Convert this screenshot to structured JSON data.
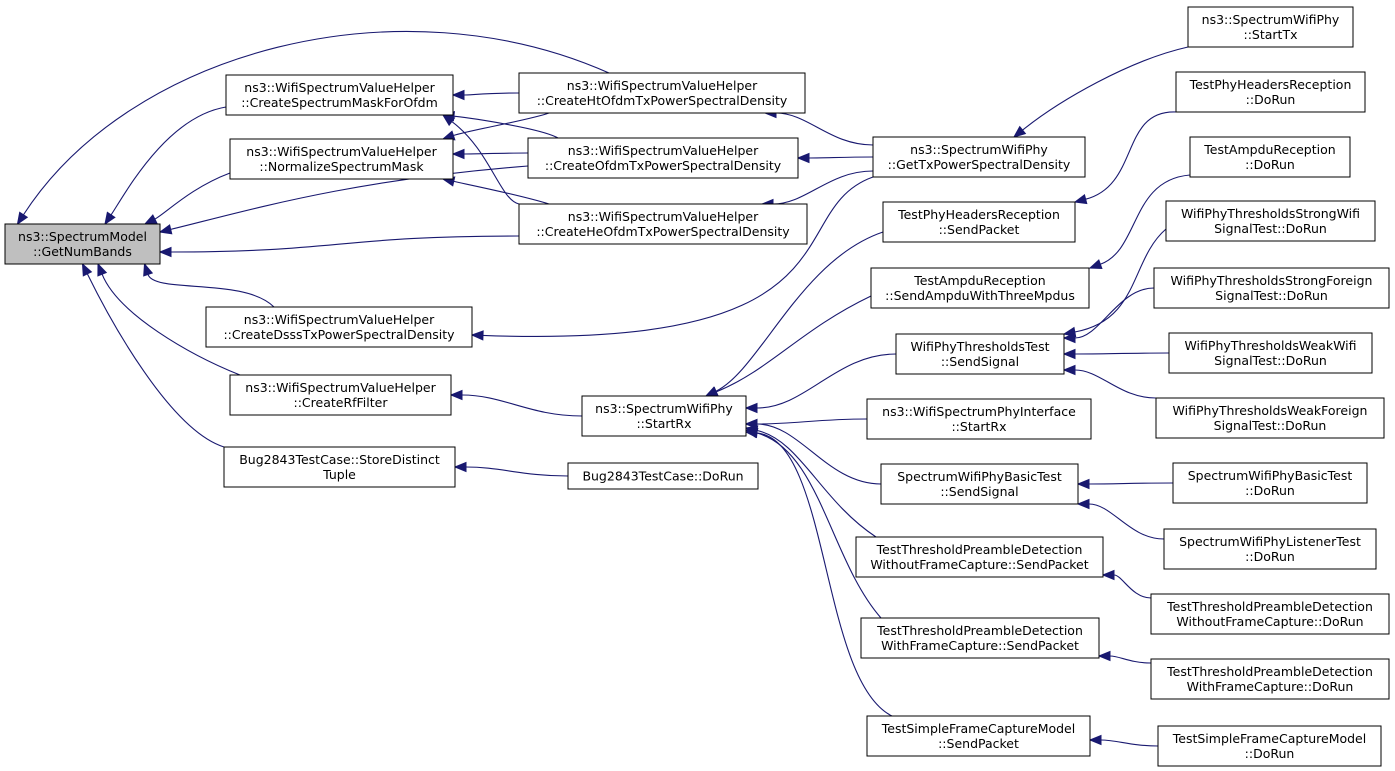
{
  "diagram": {
    "colors": {
      "edge": "#191970",
      "root_fill": "#bfbfbf",
      "node_fill": "#ffffff",
      "border": "#000000"
    },
    "nodes": [
      {
        "id": "root",
        "lines": [
          "ns3::SpectrumModel",
          "::GetNumBands"
        ],
        "root": true
      },
      {
        "id": "csmfo",
        "lines": [
          "ns3::WifiSpectrumValueHelper",
          "::CreateSpectrumMaskForOfdm"
        ]
      },
      {
        "id": "nsm",
        "lines": [
          "ns3::WifiSpectrumValueHelper",
          "::NormalizeSpectrumMask"
        ]
      },
      {
        "id": "cdsss",
        "lines": [
          "ns3::WifiSpectrumValueHelper",
          "::CreateDsssTxPowerSpectralDensity"
        ]
      },
      {
        "id": "crf",
        "lines": [
          "ns3::WifiSpectrumValueHelper",
          "::CreateRfFilter"
        ]
      },
      {
        "id": "bugsdt",
        "lines": [
          "Bug2843TestCase::StoreDistinct",
          "Tuple"
        ]
      },
      {
        "id": "cht",
        "lines": [
          "ns3::WifiSpectrumValueHelper",
          "::CreateHtOfdmTxPowerSpectralDensity"
        ]
      },
      {
        "id": "cofdm",
        "lines": [
          "ns3::WifiSpectrumValueHelper",
          "::CreateOfdmTxPowerSpectralDensity"
        ]
      },
      {
        "id": "che",
        "lines": [
          "ns3::WifiSpectrumValueHelper",
          "::CreateHeOfdmTxPowerSpectralDensity"
        ]
      },
      {
        "id": "startrx",
        "lines": [
          "ns3::SpectrumWifiPhy",
          "::StartRx"
        ]
      },
      {
        "id": "bugrun",
        "lines": [
          "Bug2843TestCase::DoRun"
        ]
      },
      {
        "id": "gettx",
        "lines": [
          "ns3::SpectrumWifiPhy",
          "::GetTxPowerSpectralDensity"
        ]
      },
      {
        "id": "phsend",
        "lines": [
          "TestPhyHeadersReception",
          "::SendPacket"
        ]
      },
      {
        "id": "ampsend",
        "lines": [
          "TestAmpduReception",
          "::SendAmpduWithThreeMpdus"
        ]
      },
      {
        "id": "thrsig",
        "lines": [
          "WifiPhyThresholdsTest",
          "::SendSignal"
        ]
      },
      {
        "id": "ifrx",
        "lines": [
          "ns3::WifiSpectrumPhyInterface",
          "::StartRx"
        ]
      },
      {
        "id": "basicsig",
        "lines": [
          "SpectrumWifiPhyBasicTest",
          "::SendSignal"
        ]
      },
      {
        "id": "tpwofc",
        "lines": [
          "TestThresholdPreambleDetection",
          "WithoutFrameCapture::SendPacket"
        ]
      },
      {
        "id": "tpwfc",
        "lines": [
          "TestThresholdPreambleDetection",
          "WithFrameCapture::SendPacket"
        ]
      },
      {
        "id": "tsfcsend",
        "lines": [
          "TestSimpleFrameCaptureModel",
          "::SendPacket"
        ]
      },
      {
        "id": "starttx",
        "lines": [
          "ns3::SpectrumWifiPhy",
          "::StartTx"
        ]
      },
      {
        "id": "phrun",
        "lines": [
          "TestPhyHeadersReception",
          "::DoRun"
        ]
      },
      {
        "id": "amprun",
        "lines": [
          "TestAmpduReception",
          "::DoRun"
        ]
      },
      {
        "id": "strongwifi",
        "lines": [
          "WifiPhyThresholdsStrongWifi",
          "SignalTest::DoRun"
        ]
      },
      {
        "id": "strongforeign",
        "lines": [
          "WifiPhyThresholdsStrongForeign",
          "SignalTest::DoRun"
        ]
      },
      {
        "id": "weakwifi",
        "lines": [
          "WifiPhyThresholdsWeakWifi",
          "SignalTest::DoRun"
        ]
      },
      {
        "id": "weakforeign",
        "lines": [
          "WifiPhyThresholdsWeakForeign",
          "SignalTest::DoRun"
        ]
      },
      {
        "id": "basicrun",
        "lines": [
          "SpectrumWifiPhyBasicTest",
          "::DoRun"
        ]
      },
      {
        "id": "listenerrun",
        "lines": [
          "SpectrumWifiPhyListenerTest",
          "::DoRun"
        ]
      },
      {
        "id": "tpwofcrun",
        "lines": [
          "TestThresholdPreambleDetection",
          "WithoutFrameCapture::DoRun"
        ]
      },
      {
        "id": "tpwfcrun",
        "lines": [
          "TestThresholdPreambleDetection",
          "WithFrameCapture::DoRun"
        ]
      },
      {
        "id": "tsfcrun",
        "lines": [
          "TestSimpleFrameCaptureModel",
          "::DoRun"
        ]
      }
    ],
    "edges": [
      {
        "from": "csmfo",
        "to": "root"
      },
      {
        "from": "nsm",
        "to": "root"
      },
      {
        "from": "cht",
        "to": "root"
      },
      {
        "from": "cofdm",
        "to": "root"
      },
      {
        "from": "che",
        "to": "root"
      },
      {
        "from": "cdsss",
        "to": "root"
      },
      {
        "from": "crf",
        "to": "root"
      },
      {
        "from": "bugsdt",
        "to": "root"
      },
      {
        "from": "cht",
        "to": "csmfo"
      },
      {
        "from": "cofdm",
        "to": "csmfo"
      },
      {
        "from": "che",
        "to": "csmfo"
      },
      {
        "from": "cht",
        "to": "nsm"
      },
      {
        "from": "cofdm",
        "to": "nsm"
      },
      {
        "from": "che",
        "to": "nsm"
      },
      {
        "from": "gettx",
        "to": "cht"
      },
      {
        "from": "gettx",
        "to": "cofdm"
      },
      {
        "from": "gettx",
        "to": "che"
      },
      {
        "from": "gettx",
        "to": "cdsss"
      },
      {
        "from": "starttx",
        "to": "gettx"
      },
      {
        "from": "startrx",
        "to": "crf"
      },
      {
        "from": "bugrun",
        "to": "bugsdt"
      },
      {
        "from": "phsend",
        "to": "startrx"
      },
      {
        "from": "ampsend",
        "to": "startrx"
      },
      {
        "from": "thrsig",
        "to": "startrx"
      },
      {
        "from": "ifrx",
        "to": "startrx"
      },
      {
        "from": "basicsig",
        "to": "startrx"
      },
      {
        "from": "tpwofc",
        "to": "startrx"
      },
      {
        "from": "tpwfc",
        "to": "startrx"
      },
      {
        "from": "tsfcsend",
        "to": "startrx"
      },
      {
        "from": "phrun",
        "to": "phsend"
      },
      {
        "from": "amprun",
        "to": "ampsend"
      },
      {
        "from": "strongwifi",
        "to": "thrsig"
      },
      {
        "from": "strongforeign",
        "to": "thrsig"
      },
      {
        "from": "weakwifi",
        "to": "thrsig"
      },
      {
        "from": "weakforeign",
        "to": "thrsig"
      },
      {
        "from": "basicrun",
        "to": "basicsig"
      },
      {
        "from": "listenerrun",
        "to": "basicsig"
      },
      {
        "from": "tpwofcrun",
        "to": "tpwofc"
      },
      {
        "from": "tpwfcrun",
        "to": "tpwfc"
      },
      {
        "from": "tsfcrun",
        "to": "tsfcsend"
      }
    ]
  }
}
